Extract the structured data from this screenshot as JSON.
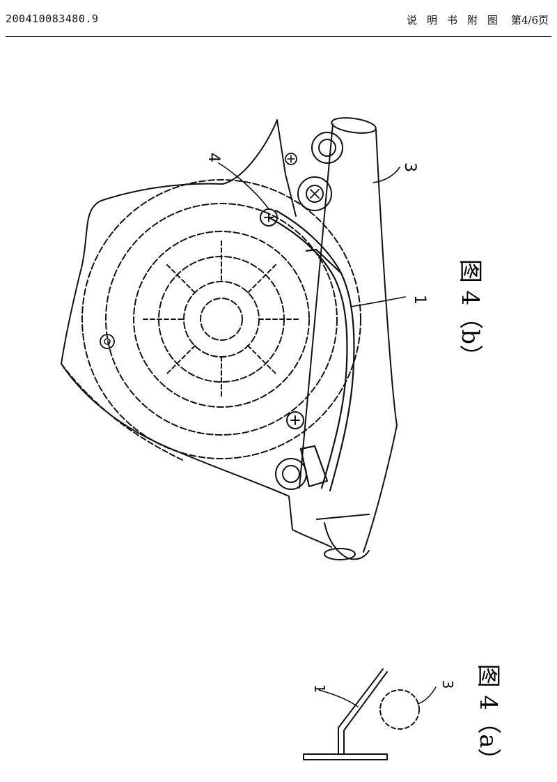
{
  "header": {
    "doc_number": "200410083480.9",
    "section_title": "说明书附图",
    "page_indicator": "第4/6页"
  },
  "figures": {
    "fig_b": {
      "caption": "图 4（b）",
      "labels": {
        "part_1": "1",
        "part_3": "3",
        "part_4": "4"
      }
    },
    "fig_a": {
      "caption": "图 4（a）",
      "labels": {
        "part_1": "1",
        "part_3": "3"
      }
    }
  },
  "colors": {
    "ink": "#111111",
    "paper": "#ffffff"
  }
}
